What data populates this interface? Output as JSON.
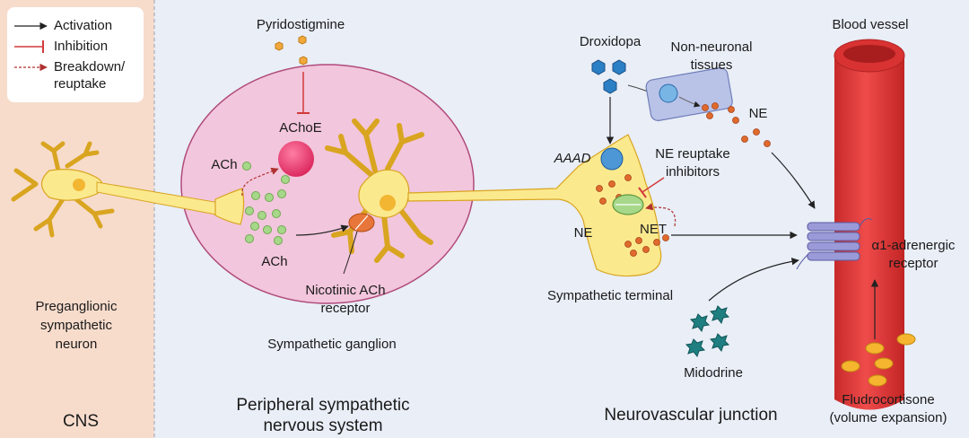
{
  "legend": {
    "activation": "Activation",
    "inhibition": "Inhibition",
    "breakdown_1": "Breakdown/",
    "breakdown_2": "reuptake"
  },
  "regions": {
    "cns": "CNS",
    "peripheral_1": "Peripheral sympathetic",
    "peripheral_2": "nervous system",
    "neurovascular": "Neurovascular junction"
  },
  "labels": {
    "preganglionic_1": "Preganglionic",
    "preganglionic_2": "sympathetic",
    "preganglionic_3": "neuron",
    "pyridostigmine": "Pyridostigmine",
    "achoe": "AChoE",
    "ach_top": "ACh",
    "ach_bottom": "ACh",
    "nicotinic_1": "Nicotinic ACh",
    "nicotinic_2": "receptor",
    "ganglion": "Sympathetic ganglion",
    "droxidopa": "Droxidopa",
    "non_neuronal_1": "Non-neuronal",
    "non_neuronal_2": "tissues",
    "ne_tissue": "NE",
    "aaad": "AAAD",
    "ne_reuptake_1": "NE reuptake",
    "ne_reuptake_2": "inhibitors",
    "ne_terminal": "NE",
    "net": "NET",
    "sympathetic_terminal": "Sympathetic terminal",
    "blood_vessel": "Blood vessel",
    "alpha1_1": "α1-adrenergic",
    "alpha1_2": "receptor",
    "midodrine": "Midodrine",
    "fludro_1": "Fludrocortisone",
    "fludro_2": "(volume expansion)"
  },
  "colors": {
    "cns_band": "#f7dccc",
    "background": "#e9eef7",
    "ganglion": "#f2c6dc",
    "neuron": "#fbe98e",
    "achoe": "#e23a6a",
    "ach_molecule": "#a7d88a",
    "pyridostigmine": "#f2a93b",
    "droxidopa": "#2b7fc4",
    "ne_molecule": "#e06a2c",
    "vessel": "#e23b3b",
    "receptor": "#9a9ad8",
    "midodrine": "#1f7f80",
    "fludrocortisone": "#f5b52e",
    "inhibition": "#d23a3a"
  }
}
